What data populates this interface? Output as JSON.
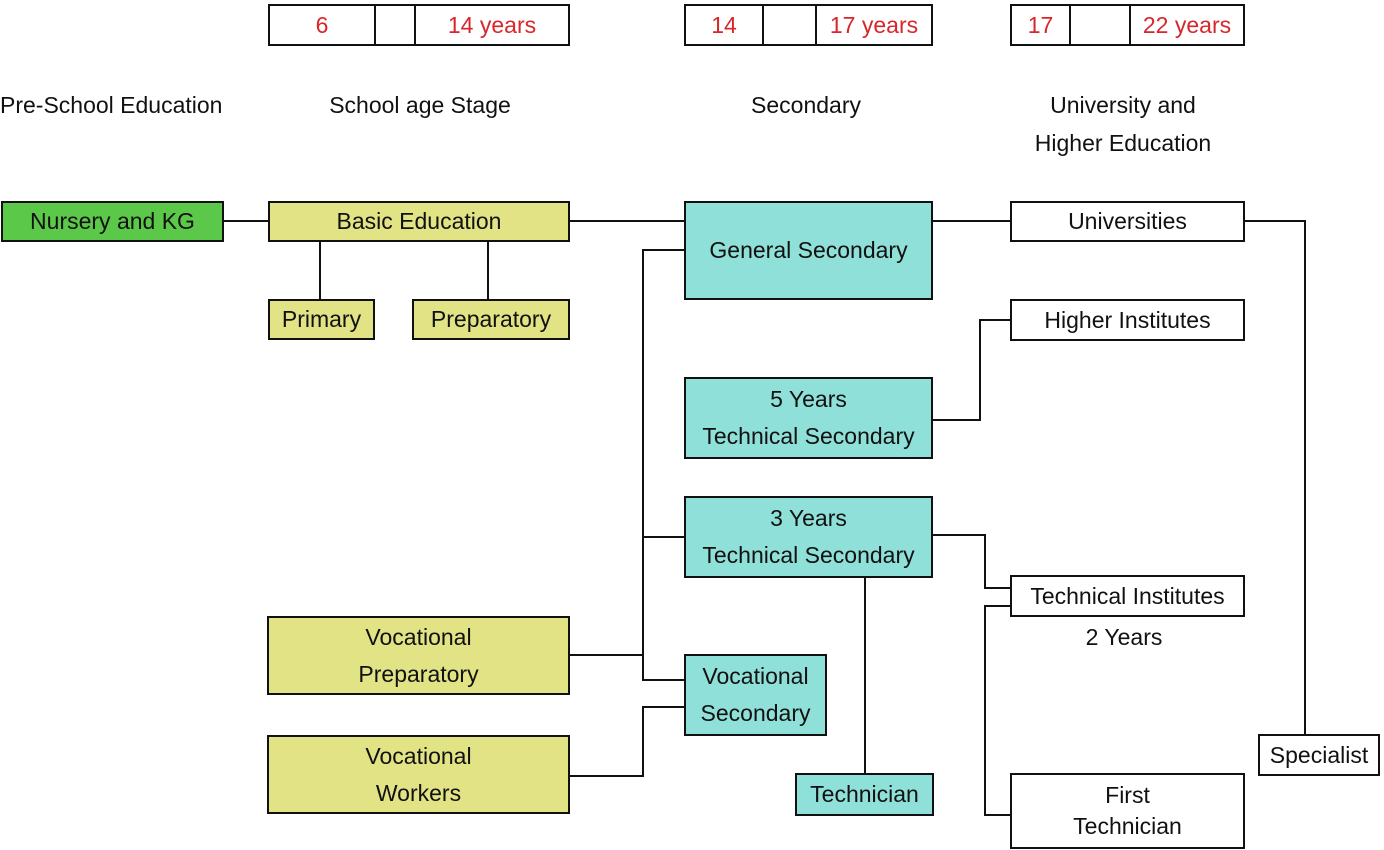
{
  "age_ranges": [
    {
      "from": "6",
      "to": "14 years"
    },
    {
      "from": "14",
      "to": "17 years"
    },
    {
      "from": "17",
      "to": "22 years"
    }
  ],
  "stages": {
    "pre_school": "Pre-School Education",
    "school_age": "School age Stage",
    "secondary": "Secondary",
    "university_line1": "University and",
    "university_line2": "Higher Education"
  },
  "nodes": {
    "nursery": "Nursery and KG",
    "basic": "Basic Education",
    "primary": "Primary",
    "preparatory": "Preparatory",
    "voc_prep_1": "Vocational",
    "voc_prep_2": "Preparatory",
    "voc_workers_1": "Vocational",
    "voc_workers_2": "Workers",
    "general_secondary": "General Secondary",
    "tech5_1": "5 Years",
    "tech5_2": "Technical Secondary",
    "tech3_1": "3 Years",
    "tech3_2": "Technical Secondary",
    "voc_secondary_1": "Vocational",
    "voc_secondary_2": "Secondary",
    "technician": "Technician",
    "universities": "Universities",
    "higher_institutes": "Higher Institutes",
    "technical_institutes": "Technical Institutes",
    "two_years": "2 Years",
    "first_technician_1": "First",
    "first_technician_2": "Technician",
    "specialist": "Specialist"
  },
  "colors": {
    "pre_school": "#5cc84a",
    "school_age": "#e1e385",
    "secondary": "#8fe0d9",
    "higher": "#ffffff",
    "age_text": "#d8262a"
  }
}
